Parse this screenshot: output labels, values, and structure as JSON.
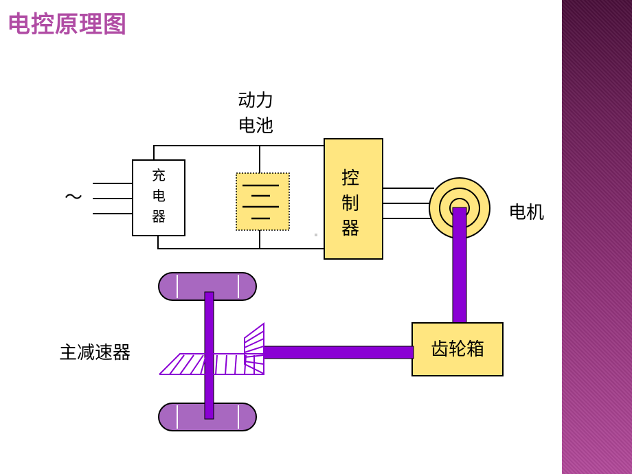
{
  "slide": {
    "title": "电控原理图",
    "title_color": "#b04ca4"
  },
  "diagram": {
    "battery_label_line1": "动力",
    "battery_label_line2": "电池",
    "charger_label": [
      "充",
      "电",
      "器"
    ],
    "ac_symbol": "～",
    "controller_label": [
      "控",
      "制",
      "器"
    ],
    "motor_label": "电机",
    "gearbox_label": "齿轮箱",
    "final_drive_label": "主减速器",
    "colors": {
      "block_fill": "#ffe680",
      "shaft": "#8a00d4",
      "wheel_fill": "#a868c0",
      "wire": "#000000"
    }
  }
}
